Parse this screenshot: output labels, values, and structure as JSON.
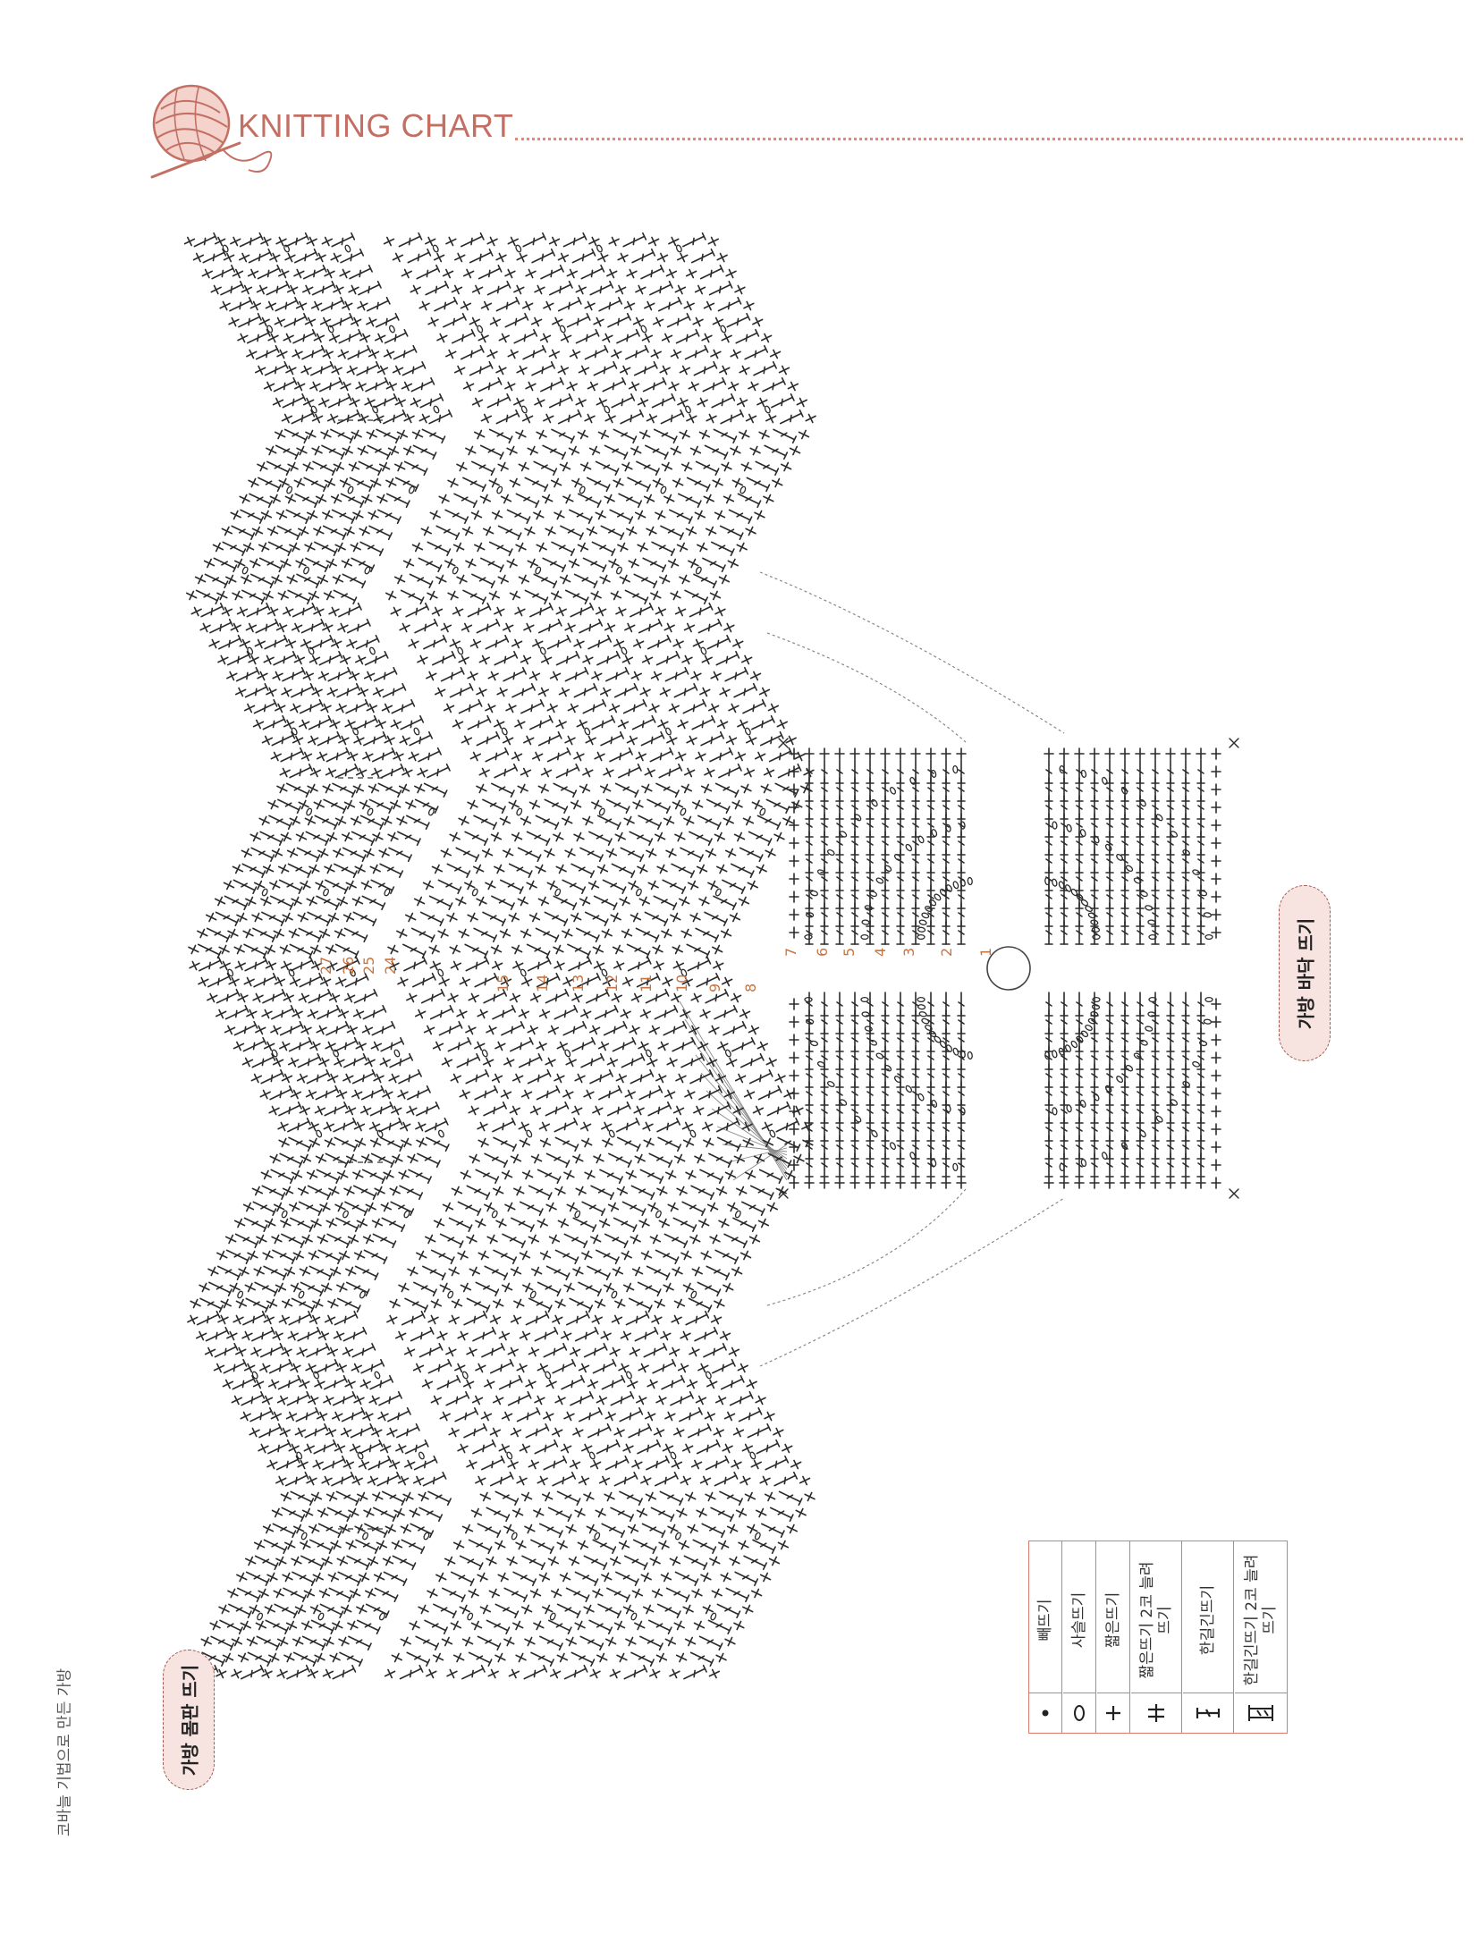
{
  "header": {
    "title": "KNITTING CHART"
  },
  "labels": {
    "body": "가방 몸판 뜨기",
    "bottom": "가방 바닥 뜨기",
    "side_caption": "코바늘 기법으로 만든 가방"
  },
  "row_numbers": {
    "bottom": [
      "1",
      "2",
      "3",
      "4",
      "5",
      "6",
      "7"
    ],
    "body": [
      "8",
      "9",
      "10",
      "11",
      "12",
      "13",
      "14",
      "15"
    ],
    "top": [
      "24",
      "25",
      "26",
      "27"
    ]
  },
  "legend": [
    {
      "symbol": "dot",
      "label": "빼뜨기"
    },
    {
      "symbol": "chain",
      "label": "사슬뜨기"
    },
    {
      "symbol": "single",
      "label": "짧은뜨기"
    },
    {
      "symbol": "single-pair",
      "label": "짧은뜨기 2코 늘려뜨기"
    },
    {
      "symbol": "double",
      "label": "한길긴뜨기"
    },
    {
      "symbol": "double-pair",
      "label": "한길긴뜨기 2코 늘려뜨기"
    }
  ],
  "colors": {
    "accent": "#c46f64",
    "pill_bg": "#f7e4e0",
    "legend_border": "#d47c70",
    "row_number": "#c8743f"
  }
}
